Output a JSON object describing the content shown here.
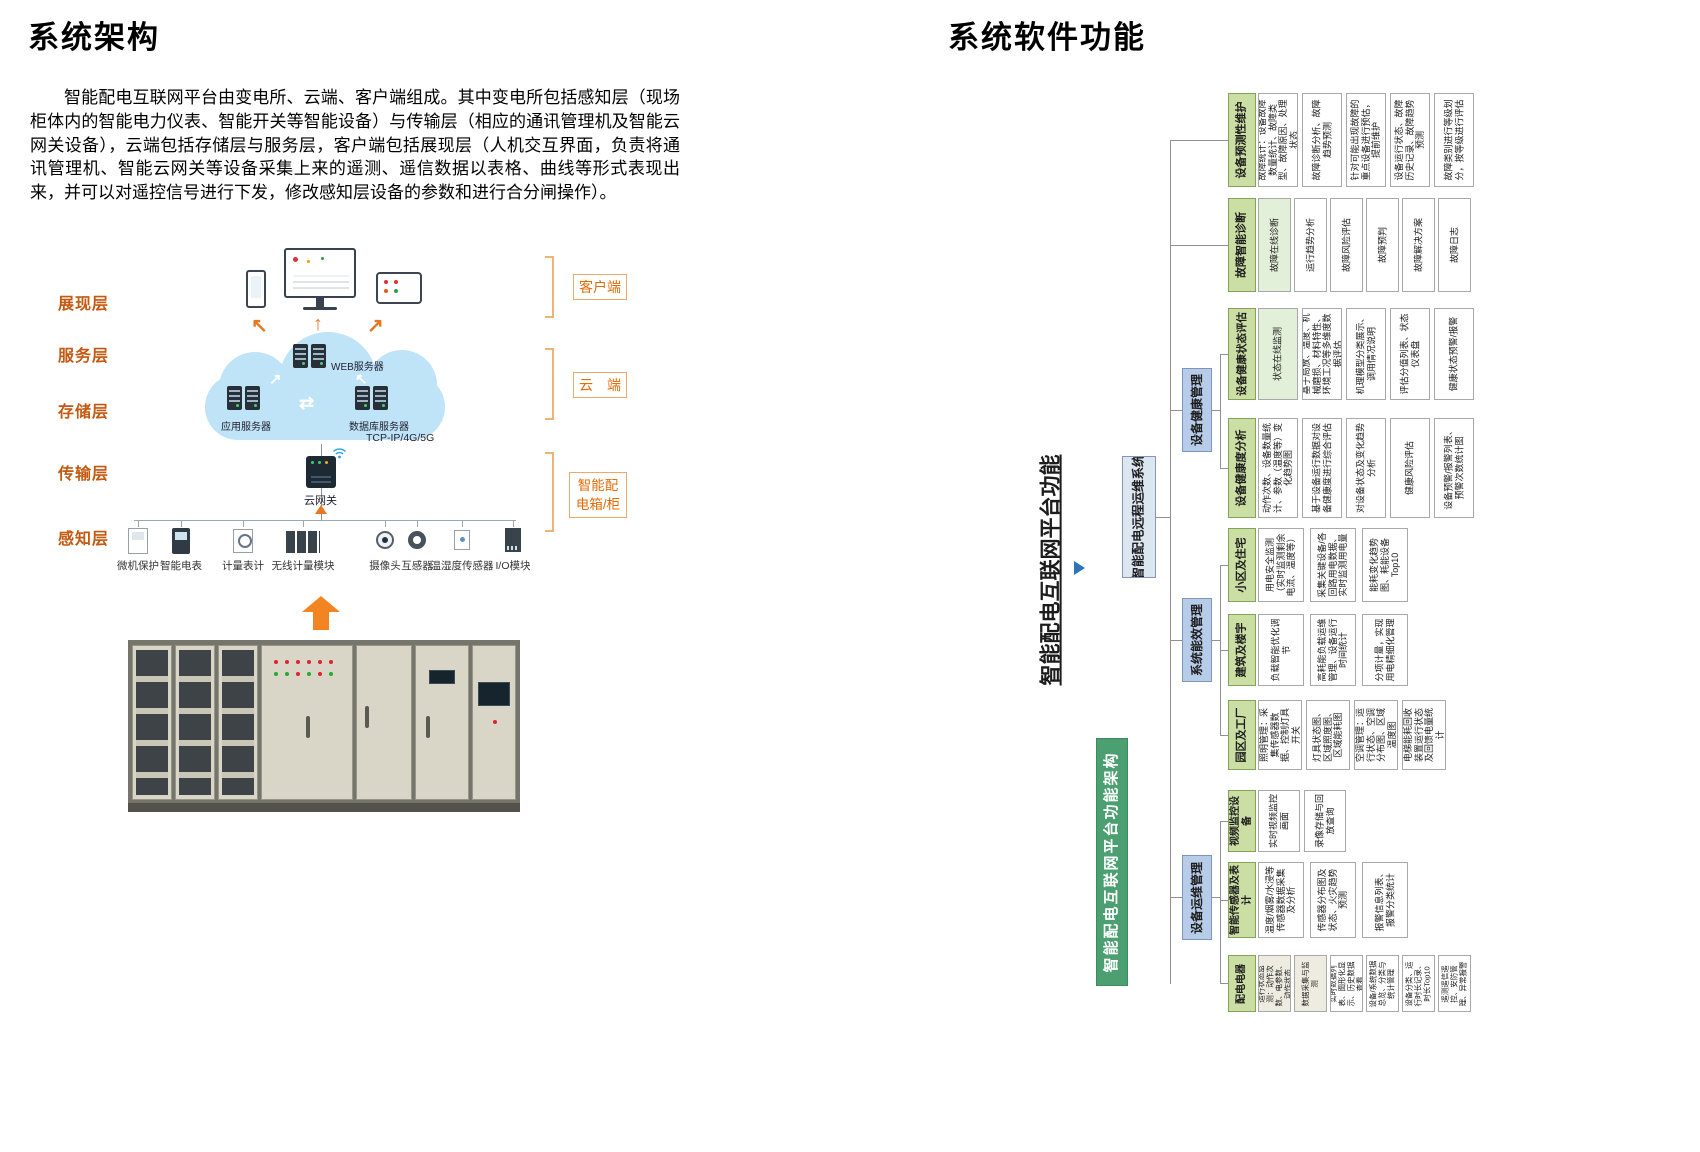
{
  "left": {
    "title": "系统架构",
    "paragraph": "智能配电互联网平台由变电所、云端、客户端组成。其中变电所包括感知层（现场柜体内的智能电力仪表、智能开关等智能设备）与传输层（相应的通讯管理机及智能云网关设备），云端包括存储层与服务层，客户端包括展现层（人机交互界面，负责将通讯管理机、智能云网关等设备采集上来的遥测、遥信数据以表格、曲线等形式表现出来，并可以对遥控信号进行下发，修改感知层设备的参数和进行合分闸操作）。",
    "layers": [
      "展现层",
      "服务层",
      "存储层",
      "传输层",
      "感知层"
    ],
    "cloud": {
      "web_server": "WEB服务器",
      "app_server": "应用服务器",
      "db_server": "数据库服务器",
      "protocol": "TCP-IP/4G/5G",
      "gateway": "云网关"
    },
    "devices": [
      "微机保护",
      "智能电表",
      "计量表计",
      "无线计量模块",
      "摄像头",
      "互感器",
      "温湿度传感器",
      "I/O模块"
    ],
    "brackets": {
      "client": "客户端",
      "cloud": "云　端",
      "cabinet1": "智能配",
      "cabinet2": "电箱/柜"
    }
  },
  "right": {
    "title": "系统软件功能",
    "platform_title": "智能配电互联网平台功能",
    "root": "智能配电远程运维系统",
    "side_label": "智能配电互联网平台功能架构",
    "branches": [
      "设备健康管理",
      "系统能效管理",
      "设备运维管理"
    ],
    "rows": [
      {
        "leaf": "设备预测性维护",
        "cells": [
          "故障统计：设备故障数量统计、故障类型、故障原因、处理状态",
          "故障诊断分析、故障趋势预测",
          "针对可能出现故障的重点设备进行预估，提前维护",
          "设备运行状态、故障历史记录、故障趋势预测",
          "故障类别进行等级划分，按等级进行评估"
        ]
      },
      {
        "leaf": "故障智能诊断",
        "cells": [
          "故障在线诊断",
          "运行趋势分析",
          "故障风险评估",
          "故障预判",
          "故障解决方案",
          "故障日志"
        ]
      },
      {
        "leaf": "设备健康状态评估",
        "cells": [
          "状态在线监测",
          "基于局放、温度、机械磨损、材料特性、环境工况等多维度数据评估",
          "机理模型分类展示、调用情况说明",
          "评估分值列表、状态仪表盘",
          "健康状态预警/报警"
        ]
      },
      {
        "leaf": "设备健康度分析",
        "cells": [
          "动作次数、设备数量统计、参数（温度等）变化趋势图",
          "基于设备运行数据对设备健康度进行综合评估",
          "对设备状态及变化趋势分析",
          "健康风险评估",
          "设备预警/报警列表、预警次数统计图"
        ]
      },
      {
        "leaf": "小区及住宅",
        "cells": [
          "用电安全监测（实时监测剩余电流、温度等）",
          "采集关键设备/各回路用电数据、实时监测用电量",
          "能耗变化趋势图、耗能设备Top10"
        ]
      },
      {
        "leaf": "建筑及楼宇",
        "cells": [
          "负载智能优化调节",
          "高耗能负载运维管理、设备运行时间统计",
          "分项计量，实现用电精细化管理"
        ]
      },
      {
        "leaf": "园区及工厂",
        "cells": [
          "照明管理：采集传感器数据、控制灯具开关",
          "灯具状态图、区域照度图、区域能耗图",
          "空调管理：运行状态、空调分布图、区域温度图",
          "电梯能耗回收装置运行状态及回馈电量统计"
        ]
      },
      {
        "leaf": "视频监控设备",
        "cells": [
          "实时视频监控画面",
          "录像存储与回放查询"
        ]
      },
      {
        "leaf": "智能传感器及表计",
        "cells": [
          "温度/烟雾/水浸等传感器数据采集及分析",
          "传感器分布图及状态、火灾趋势预测",
          "报警信息列表、报警分类统计"
        ]
      },
      {
        "leaf": "配电电器",
        "cells": [
          "运行状态监测：动作次数、电参数、动作状态",
          "数据采集与监测",
          "实时数据列表、图形化显示、历史数据查看",
          "设备/系统数据总览、分类与统计管理",
          "设备分类、运行时长记录、时长Top10",
          "遥测遥信遥控、安防管理、异常报警"
        ]
      }
    ]
  }
}
